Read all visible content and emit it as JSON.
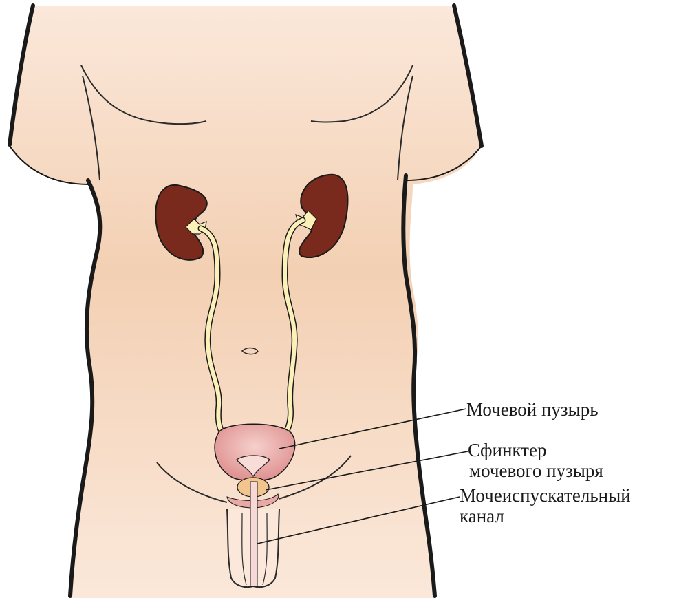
{
  "labels": {
    "bladder": "Мочевой пузырь",
    "sphincter": [
      "Сфинктер",
      "мочевого пузыря"
    ],
    "urethra": [
      "Мочеиспускательный",
      "канал"
    ]
  },
  "colors": {
    "skin": "#fbe6d6",
    "skin_shade": "#f1cfae",
    "outline": "#1a1a1a",
    "kidney": "#7a2a1d",
    "ureter": "#fbf1b8",
    "bladder": "#e9a7a5",
    "sphincter": "#f2c58f",
    "urethra": "#f6d8d6"
  }
}
